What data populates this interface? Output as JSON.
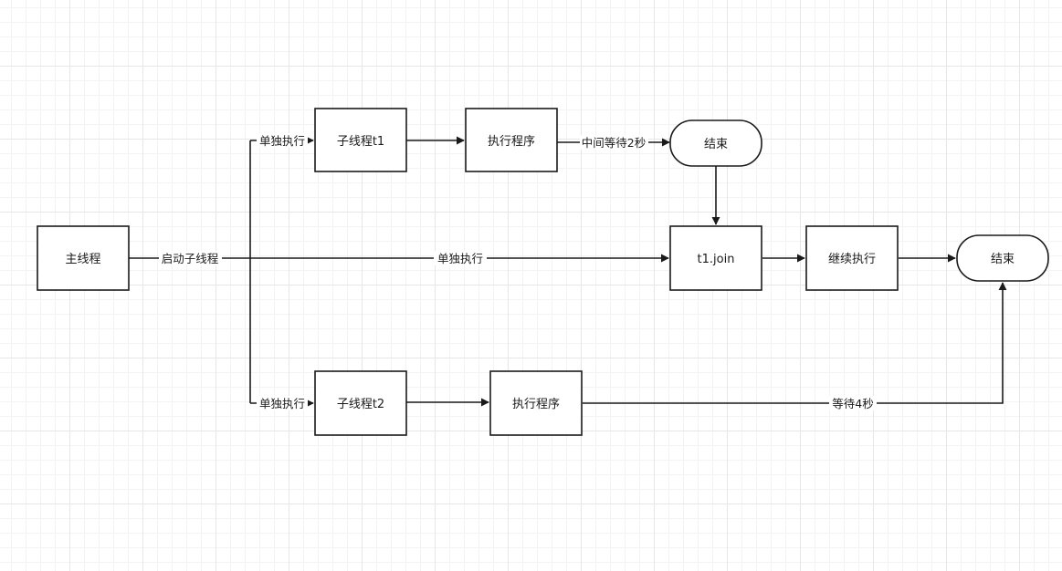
{
  "diagram": {
    "nodes": {
      "main_thread": "主线程",
      "child_t1": "子线程t1",
      "exec_t1": "执行程序",
      "end_t1": "结束",
      "join": "t1.join",
      "continue": "继续执行",
      "end_main": "结束",
      "child_t2": "子线程t2",
      "exec_t2": "执行程序"
    },
    "edge_labels": {
      "start_children": "启动子线程",
      "run_t1": "单独执行",
      "main_run": "单独执行",
      "run_t2": "单独执行",
      "wait_2s": "中间等待2秒",
      "wait_4s": "等待4秒"
    }
  }
}
